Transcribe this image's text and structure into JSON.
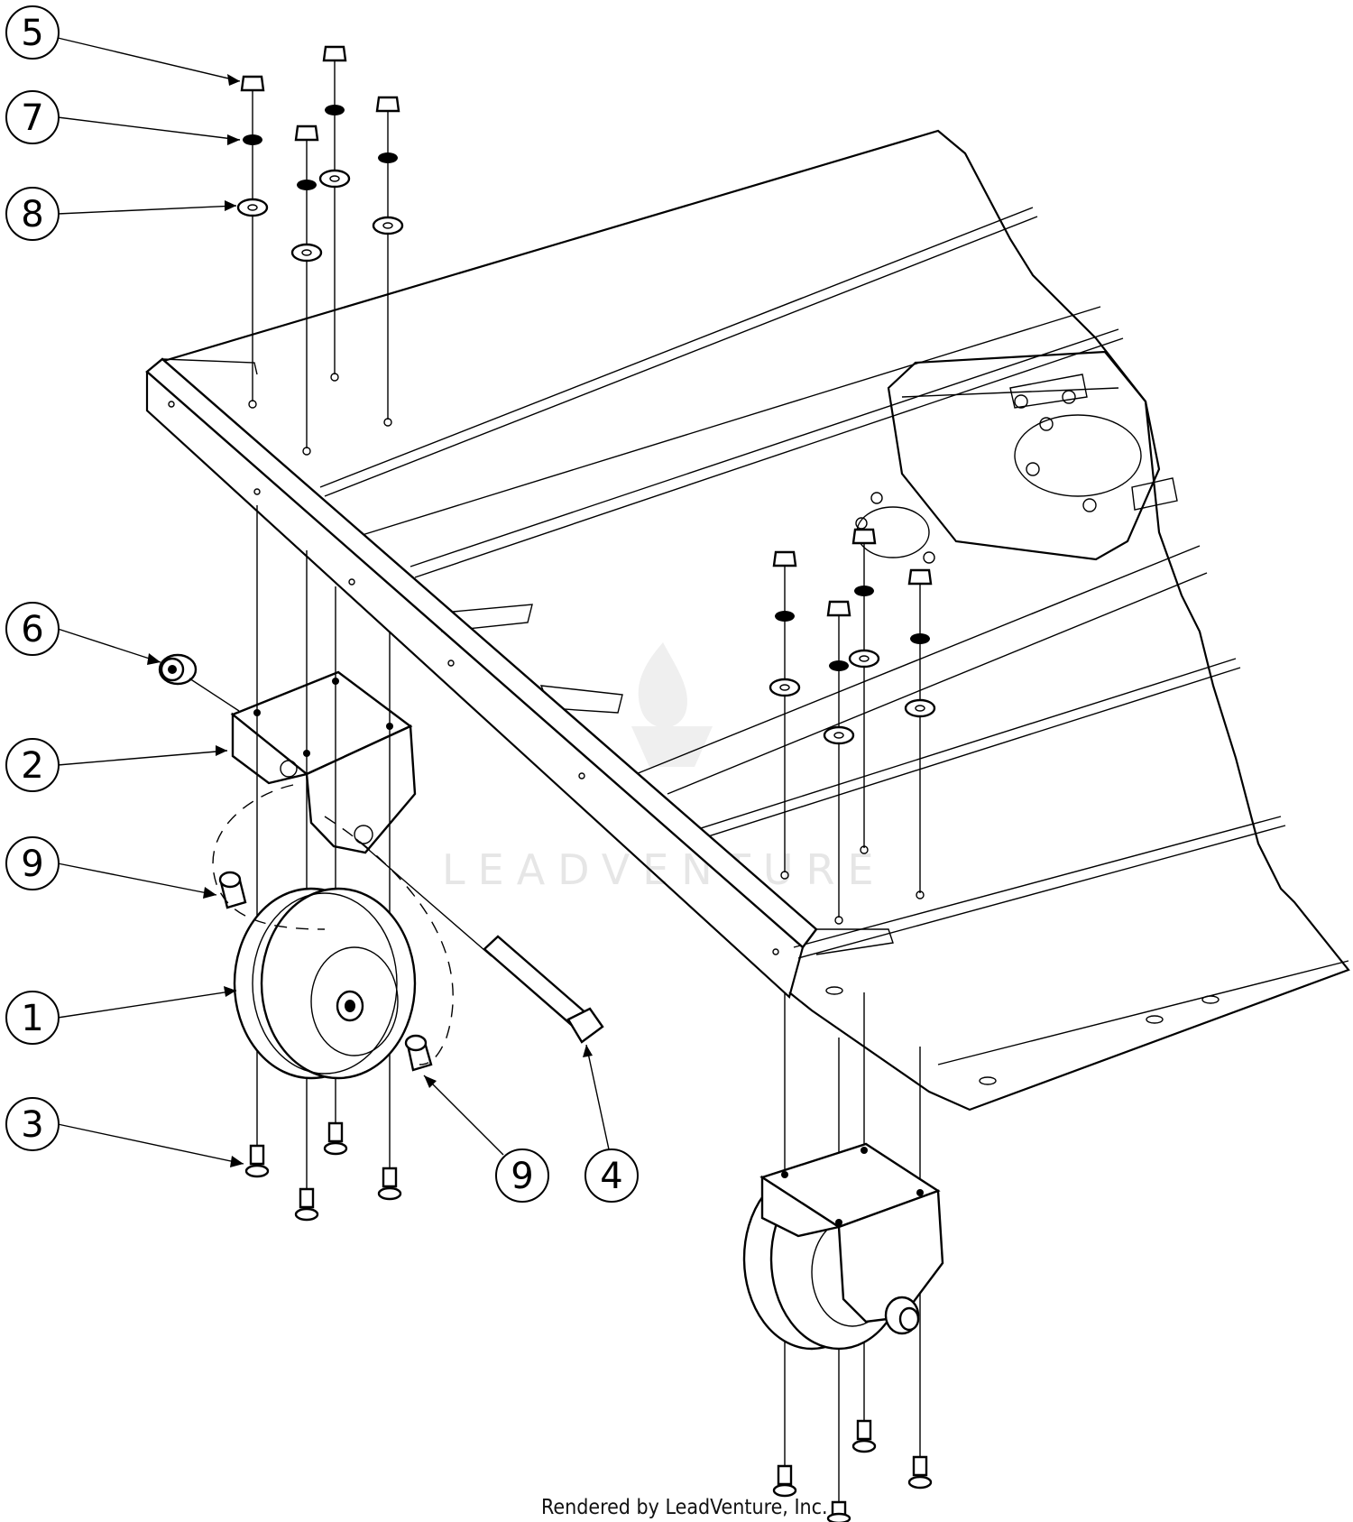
{
  "callouts": [
    {
      "num": "5"
    },
    {
      "num": "7"
    },
    {
      "num": "8"
    },
    {
      "num": "6"
    },
    {
      "num": "2"
    },
    {
      "num": "9"
    },
    {
      "num": "1"
    },
    {
      "num": "3"
    },
    {
      "num": "9"
    },
    {
      "num": "4"
    }
  ],
  "watermark": {
    "text": "LEADVENTURE"
  },
  "footer": {
    "text": "Rendered by LeadVenture, Inc."
  }
}
